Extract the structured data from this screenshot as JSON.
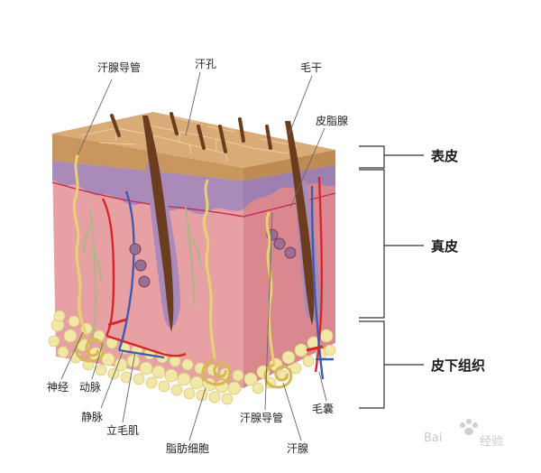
{
  "labels": {
    "sweat_duct_top": "汗腺导管",
    "pore": "汗孔",
    "hair_shaft": "毛干",
    "sebaceous_gland": "皮脂腺",
    "nerve": "神经",
    "artery": "动脉",
    "vein": "静脉",
    "arrector_pili": "立毛肌",
    "fat_cells": "脂肪细胞",
    "sweat_duct_bottom": "汗腺导管",
    "sweat_gland": "汗腺",
    "hair_follicle": "毛囊"
  },
  "layers": {
    "epidermis": "表皮",
    "dermis": "真皮",
    "hypodermis": "皮下组织"
  },
  "watermark": {
    "brand": "Bai",
    "suffix": "经验"
  },
  "colors": {
    "epidermis": "#d9ab77",
    "dermis": "#e7a0a3",
    "dermis_side": "#d97f87",
    "purple_layer": "#a98ab8",
    "fat": "#f1e7a6",
    "hair": "#6b3d1e",
    "artery": "#d8252b",
    "vein": "#3f5bb1",
    "nerve": "#9bc07b",
    "gland": "#e8d170"
  }
}
